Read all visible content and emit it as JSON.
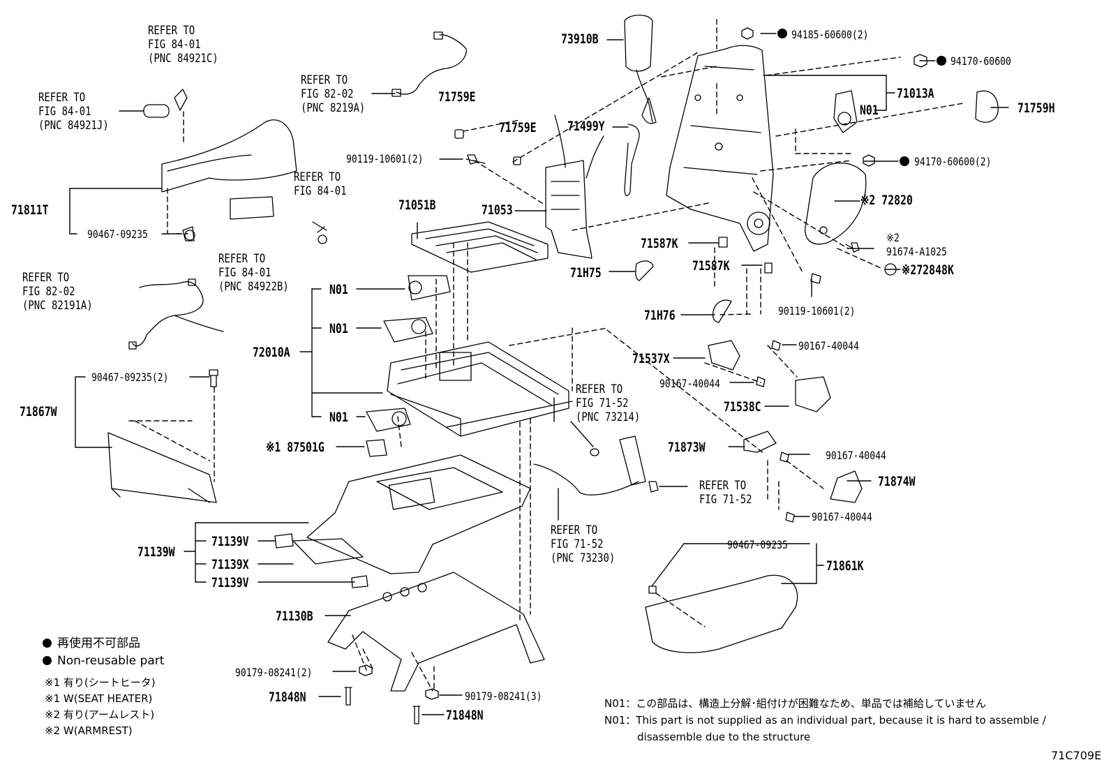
{
  "diagram_code": "71C709E",
  "refs": {
    "r84921c": [
      "REFER TO",
      "FIG 84-01",
      "(PNC 84921C)"
    ],
    "r84921j": [
      "REFER TO",
      "FIG 84-01",
      "(PNC 84921J)"
    ],
    "r8219a": [
      "REFER TO",
      "FIG 82-02",
      "(PNC 8219A)"
    ],
    "r8401": [
      "REFER TO",
      "FIG 84-01"
    ],
    "r84922b": [
      "REFER TO",
      "FIG 84-01",
      "(PNC 84922B)"
    ],
    "r82191a": [
      "REFER TO",
      "FIG 82-02",
      "(PNC 82191A)"
    ],
    "r73214": [
      "REFER TO",
      "FIG 71-52",
      "(PNC 73214)"
    ],
    "r7152": [
      "REFER TO",
      "FIG 71-52"
    ],
    "r73230": [
      "REFER TO",
      "FIG 71-52",
      "(PNC 73230)"
    ]
  },
  "parts": {
    "p71811T": "71811T",
    "p90467_09235a": "90467-09235",
    "p71759E_a": "71759E",
    "p71759E_b": "71759E",
    "p90119_10601_2a": "90119-10601(2)",
    "p73910B": "73910B",
    "p71499Y": "71499Y",
    "p71051B": "71051B",
    "p71053": "71053",
    "p94185": "94185-60600(2)",
    "p94170a": "94170-60600",
    "p71013A": "71013A",
    "pN01_top": "N01",
    "p71759H": "71759H",
    "p94170b": "94170-60600(2)",
    "p72820": "72820",
    "p91674": "91674-A1025",
    "p72848K": "72848K",
    "p71587K_a": "71587K",
    "p71587K_b": "71587K",
    "p71H75": "71H75",
    "p71H76": "71H76",
    "p90119_10601_2b": "90119-10601(2)",
    "pN01_1": "N01",
    "pN01_2": "N01",
    "pN01_3": "N01",
    "p72010A": "72010A",
    "p87501G": "87501G",
    "p90467_09235_2": "90467-09235(2)",
    "p71867W": "71867W",
    "p71537X": "71537X",
    "p90167_40044_a": "90167-40044",
    "p90167_40044_b": "90167-40044",
    "p71538C": "71538C",
    "p71873W": "71873W",
    "p90167_40044_c": "90167-40044",
    "p71874W": "71874W",
    "p90167_40044_d": "90167-40044",
    "p71139W": "71139W",
    "p71139V_a": "71139V",
    "p71139X": "71139X",
    "p71139V_b": "71139V",
    "p71130B": "71130B",
    "p90179_2": "90179-08241(2)",
    "p71848N_a": "71848N",
    "p90179_3": "90179-08241(3)",
    "p71848N_b": "71848N",
    "p90467_09235b": "90467-09235",
    "p71861K": "71861K"
  },
  "marks": {
    "note1": "※1",
    "note2": "※2"
  },
  "legend": {
    "nonreusable_jp": "再使用不可部品",
    "nonreusable_en": "Non-reusable part",
    "n1_jp": "※1 有り(シートヒータ)",
    "n1_en": "※1 W(SEAT HEATER)",
    "n2_jp": "※2 有り(アームレスト)",
    "n2_en": "※2 W(ARMREST)"
  },
  "n01_note": {
    "jp": "N01：この部品は、構造上分解･組付けが困難なため、単品では補給していません",
    "en1": "N01：This part is not supplied as an individual part, because it is hard to assemble /",
    "en2": "disassemble due to the structure"
  }
}
